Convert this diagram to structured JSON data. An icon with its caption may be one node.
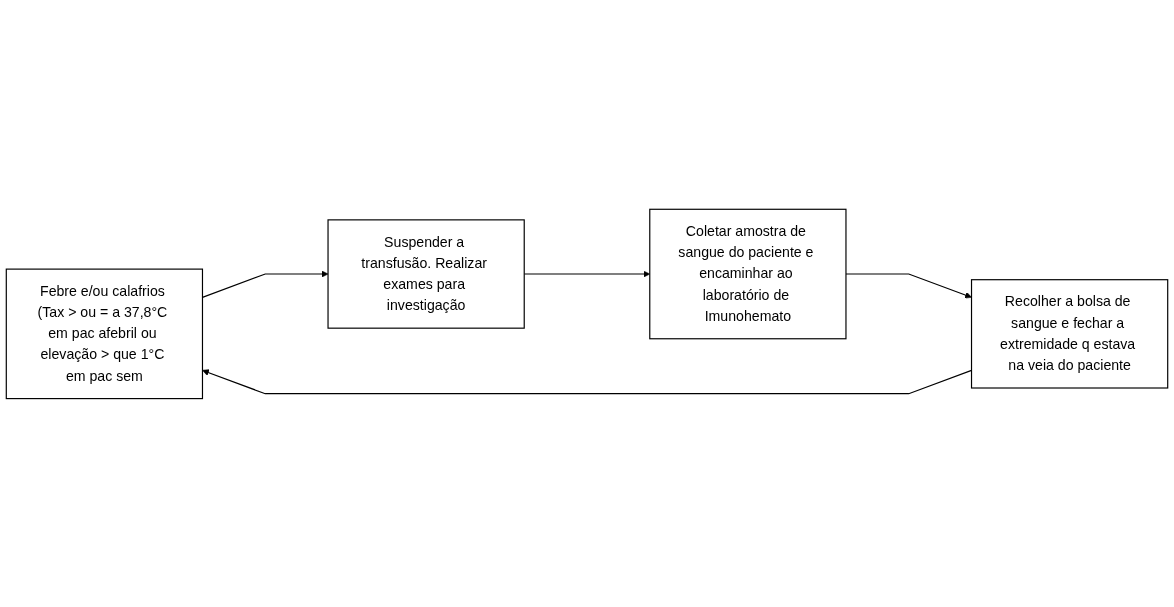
{
  "diagram": {
    "nodes": [
      {
        "text": [
          "Febre e/ou calafrios (Tax > ou = a 37,8°C em pac afebril ou elevação > que 1°C em pac sem"
        ]
      },
      {
        "text": [
          "Suspender a transfusão. Realizar exames para investigação"
        ]
      },
      {
        "text": [
          "Coletar amostra de sangue do paciente e encaminhar ao laboratório de Imunohemato"
        ]
      },
      {
        "text": [
          "Recolher a bolsa de sangue e fechar a extremidade q estava na veia do paciente"
        ]
      }
    ],
    "edges": [
      {
        "from": 0,
        "to": 1,
        "arrow": "to"
      },
      {
        "from": 1,
        "to": 2,
        "arrow": "to"
      },
      {
        "from": 2,
        "to": 3,
        "arrow": "to"
      },
      {
        "from": 3,
        "to": 0,
        "arrow": "to"
      }
    ]
  }
}
